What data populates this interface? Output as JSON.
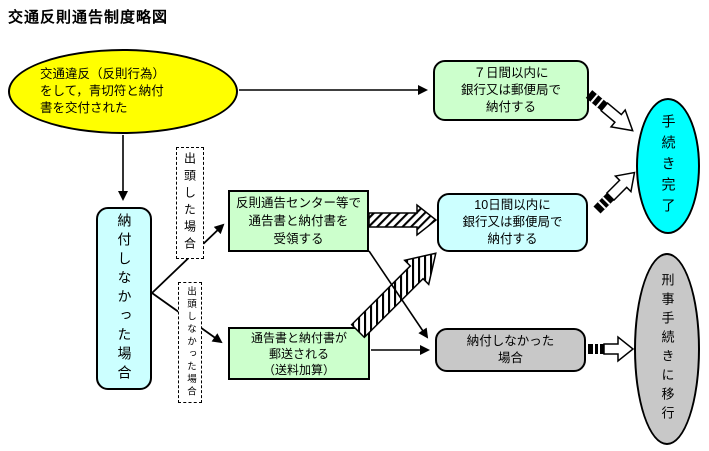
{
  "title": "交通反則通告制度略図",
  "colors": {
    "start_fill": "#ffff00",
    "process_green": "#ccffcc",
    "process_cyan_light": "#ccffff",
    "complete_fill": "#00ffff",
    "neutral_gray": "#c8c8c8",
    "line_color": "#000000"
  },
  "nodes": {
    "violation": {
      "lines": [
        "交通違反（反則行為）",
        "をして，青切符と納付",
        "書を交付された"
      ]
    },
    "pay_7days": {
      "lines": [
        "７日間以内に",
        "銀行又は郵便局で",
        "納付する"
      ]
    },
    "not_paid": {
      "label": "納付しなかった場合"
    },
    "appeared": {
      "label": "出頭した場合"
    },
    "not_appeared": {
      "label": "出頭しなかった場合"
    },
    "receive_center": {
      "lines": [
        "反則通告センター等で",
        "通告書と納付書を",
        "受領する"
      ]
    },
    "mailed": {
      "lines": [
        "通告書と納付書が",
        "郵送される",
        "（送料加算）"
      ]
    },
    "pay_10days": {
      "lines": [
        "10日間以内に",
        "銀行又は郵便局で",
        "納付する"
      ]
    },
    "not_paid_again": {
      "lines": [
        "納付しなかった",
        "場合"
      ]
    },
    "complete": {
      "label": "手続き完了"
    },
    "criminal": {
      "label": "刑事手続きに移行"
    }
  }
}
